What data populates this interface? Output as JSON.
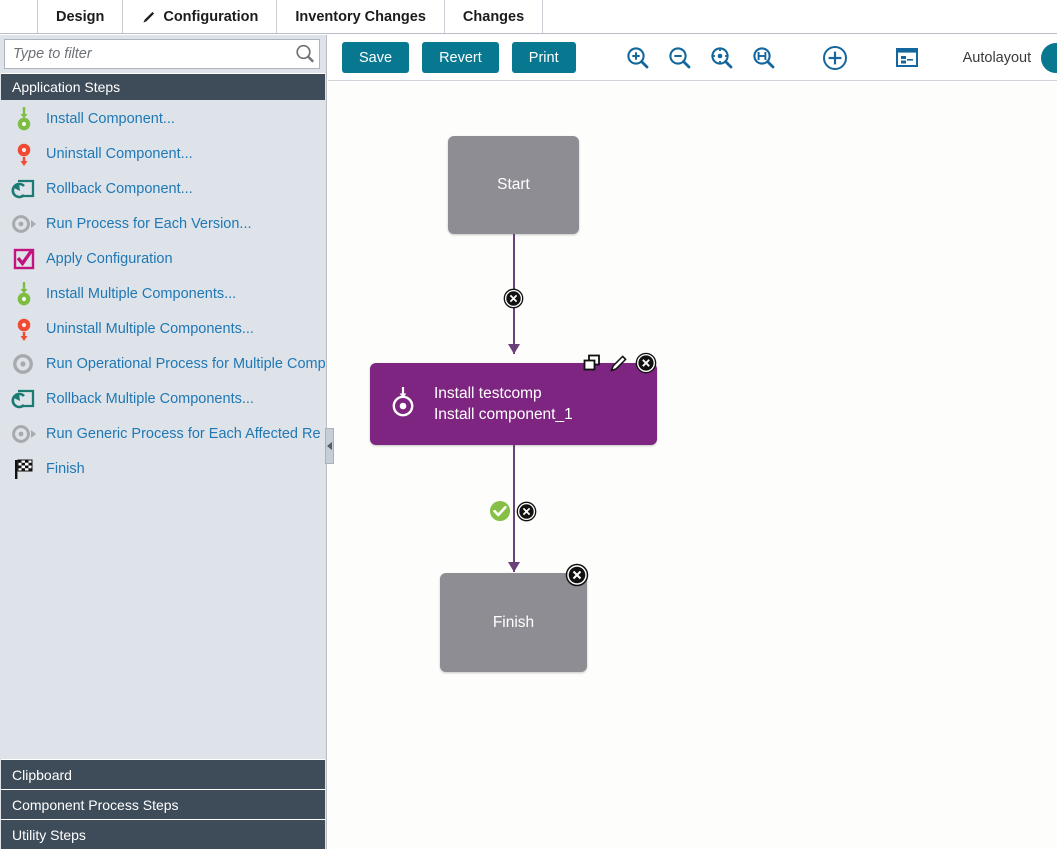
{
  "tabs": [
    {
      "label": "Design",
      "icon": "",
      "active": true
    },
    {
      "label": "Configuration",
      "icon": "pencil-icon",
      "active": false
    },
    {
      "label": "Inventory Changes",
      "icon": "",
      "active": false
    },
    {
      "label": "Changes",
      "icon": "",
      "active": false
    }
  ],
  "sidebar": {
    "filter_placeholder": "Type to filter",
    "filter_value": "",
    "search_icon": "search-icon",
    "section_title": "Application Steps",
    "steps": [
      {
        "label": "Install Component...",
        "icon": "install-component-icon"
      },
      {
        "label": "Uninstall Component...",
        "icon": "uninstall-component-icon"
      },
      {
        "label": "Rollback Component...",
        "icon": "rollback-icon"
      },
      {
        "label": "Run Process for Each Version...",
        "icon": "gear-play-icon"
      },
      {
        "label": "Apply Configuration",
        "icon": "apply-configuration-icon"
      },
      {
        "label": "Install Multiple Components...",
        "icon": "install-component-icon"
      },
      {
        "label": "Uninstall Multiple Components...",
        "icon": "uninstall-component-icon"
      },
      {
        "label": "Run Operational Process for Multiple Comp",
        "icon": "gear-icon"
      },
      {
        "label": "Rollback Multiple Components...",
        "icon": "rollback-icon"
      },
      {
        "label": "Run Generic Process for Each Affected Re",
        "icon": "gear-play-icon"
      },
      {
        "label": "Finish",
        "icon": "checkered-flag-icon"
      }
    ],
    "bottom_sections": [
      {
        "label": "Clipboard"
      },
      {
        "label": "Component Process Steps"
      },
      {
        "label": "Utility Steps"
      }
    ],
    "collapse_handle": "collapse-panel-handle"
  },
  "toolbar": {
    "save_label": "Save",
    "revert_label": "Revert",
    "print_label": "Print",
    "icons": [
      {
        "name": "zoom-in-icon"
      },
      {
        "name": "zoom-out-icon"
      },
      {
        "name": "zoom-fit-icon"
      },
      {
        "name": "zoom-fit-width-icon"
      },
      {
        "name": "add-step-icon"
      },
      {
        "name": "properties-panel-icon"
      }
    ],
    "autolayout_label": "Autolayout",
    "autolayout_on": true,
    "accent_color": "#07788f"
  },
  "canvas": {
    "nodes": [
      {
        "id": "start",
        "type": "terminal",
        "label": "Start"
      },
      {
        "id": "install",
        "type": "step",
        "icon": "install-component-icon",
        "line1": "Install testcomp",
        "line2": "Install component_1",
        "color": "#7d2580",
        "badges": [
          "copy-icon",
          "edit-pencil-icon",
          "delete-x-icon"
        ]
      },
      {
        "id": "finish",
        "type": "terminal",
        "label": "Finish",
        "badges": [
          "delete-x-icon"
        ]
      }
    ],
    "edge_markers": [
      {
        "name": "delete-x-icon"
      },
      {
        "name": "success-check-icon"
      },
      {
        "name": "delete-x-icon"
      }
    ],
    "edge_color": "#6b3f7a",
    "node_color": "#8d8d93"
  }
}
